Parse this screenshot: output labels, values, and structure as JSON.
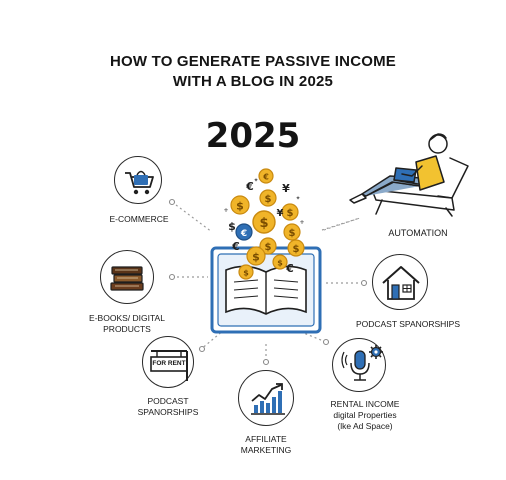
{
  "title_line1": "HOW TO GENERATE PASSIVE INCOME",
  "title_line2": "WITH A BLOG IN 2025",
  "year": "2025",
  "items": {
    "ecommerce": "E-COMMERCE",
    "automation": "AUTOMATION",
    "ebooks_line1": "E-BOOKS/ DIGITAL",
    "ebooks_line2": "PRODUCTS",
    "podcast_right": "PODCAST SPANORSHIPS",
    "podcast_left_line1": "PODCAST",
    "podcast_left_line2": "SPANORSHIPS",
    "rental_line1": "RENTAL INCOME",
    "rental_line2": "digital Properties",
    "rental_line3": "(lke Ad Space)",
    "affiliate_line1": "AFFILIATE",
    "affiliate_line2": "MARKETING"
  },
  "for_rent_sign": "FOR RENT",
  "currency_symbols": [
    "€",
    "$",
    "¥",
    "$",
    "¥",
    "€",
    "$",
    "€"
  ],
  "colors": {
    "blue": "#2f6fb5",
    "gold": "#f0b429",
    "gold_dark": "#c98a10",
    "yellow_shirt": "#f2c230",
    "ink": "#1f1f1f"
  }
}
